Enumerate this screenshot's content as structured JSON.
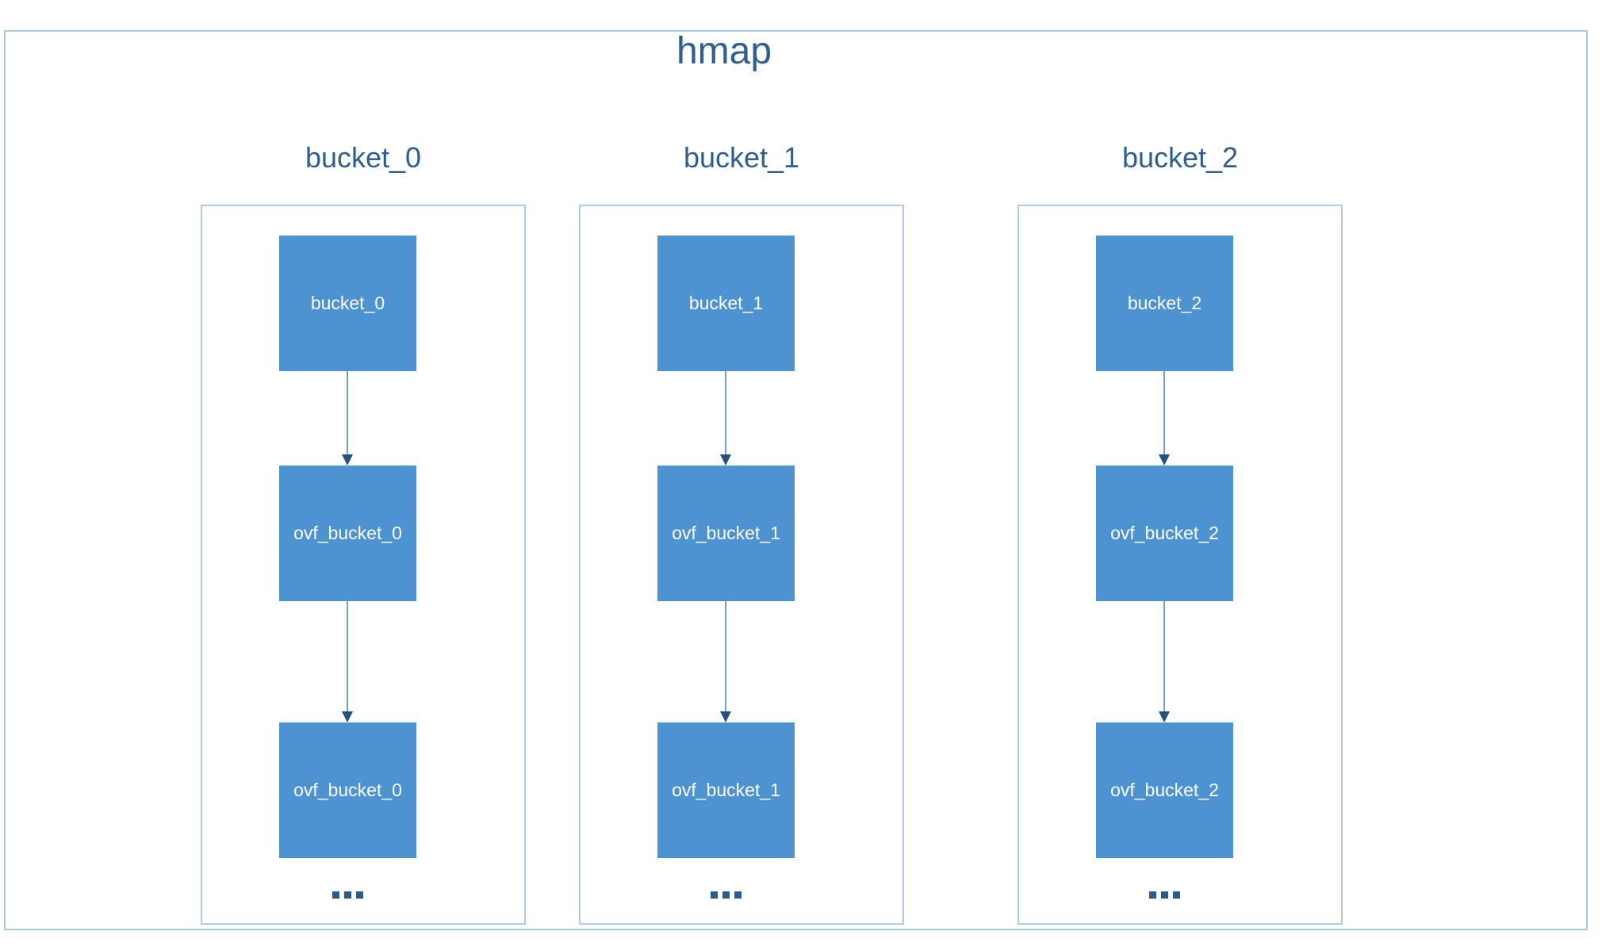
{
  "diagram": {
    "title": "hmap",
    "columns": [
      {
        "heading": "bucket_0",
        "nodes": [
          "bucket_0",
          "ovf_bucket_0",
          "ovf_bucket_0"
        ],
        "ellipsis": "..."
      },
      {
        "heading": "bucket_1",
        "nodes": [
          "bucket_1",
          "ovf_bucket_1",
          "ovf_bucket_1"
        ],
        "ellipsis": "..."
      },
      {
        "heading": "bucket_2",
        "nodes": [
          "bucket_2",
          "ovf_bucket_2",
          "ovf_bucket_2"
        ],
        "ellipsis": "..."
      }
    ]
  },
  "colors": {
    "background": "#ffffff",
    "frame_border": "#aac8e8",
    "cluster_border": "#aecbe9",
    "title_text": "#2f5f8f",
    "heading_text": "#2f5f8f",
    "node_fill": "#4d93d2",
    "node_text": "#ffffff",
    "arrow_line": "#74a1c9",
    "arrow_head": "#24527e",
    "ellipsis_dots": "#2b5b8c"
  }
}
